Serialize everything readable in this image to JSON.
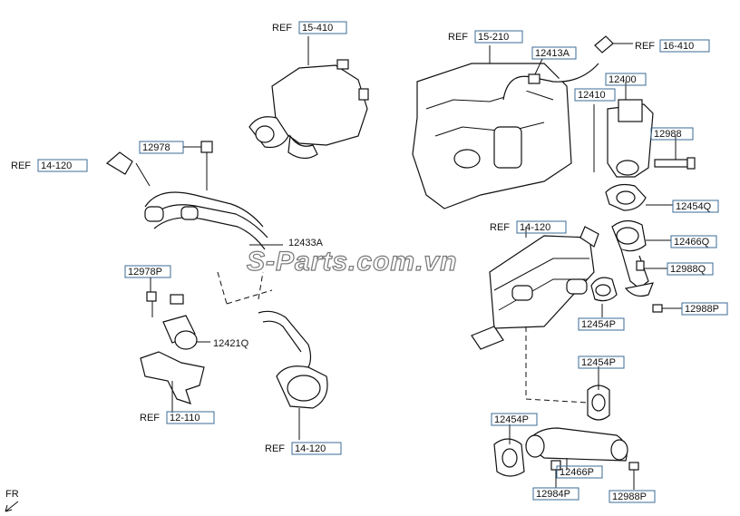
{
  "watermark": "S-Parts.com.vn",
  "fr_label": "FR",
  "refs": {
    "r1": {
      "prefix": "REF",
      "code": "15-410"
    },
    "r2": {
      "prefix": "REF",
      "code": "15-210"
    },
    "r3": {
      "prefix": "REF",
      "code": "16-410"
    },
    "r4": {
      "prefix": "REF",
      "code": "14-120"
    },
    "r5": {
      "prefix": "REF",
      "code": "14-120"
    },
    "r6": {
      "prefix": "REF",
      "code": "12-110"
    },
    "r7": {
      "prefix": "REF",
      "code": "14-120"
    }
  },
  "parts": {
    "p12978": "12978",
    "p12433A": "12433A",
    "p12978P": "12978P",
    "p12421Q": "12421Q",
    "p12413A": "12413A",
    "p12400": "12400",
    "p12410": "12410",
    "p12988": "12988",
    "p12454Q": "12454Q",
    "p12466Q": "12466Q",
    "p12988Q": "12988Q",
    "p12988P_a": "12988P",
    "p12454P_a": "12454P",
    "p12454P_b": "12454P",
    "p12454P_c": "12454P",
    "p12466P": "12466P",
    "p12984P": "12984P",
    "p12988P_b": "12988P"
  }
}
